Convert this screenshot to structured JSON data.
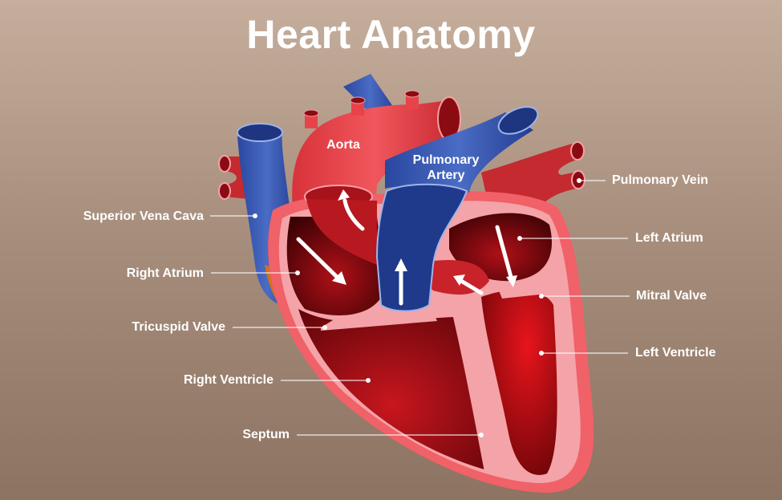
{
  "title": "Heart Anatomy",
  "inner_labels": {
    "aorta": "Aorta",
    "pulmonary_artery_line1": "Pulmonary",
    "pulmonary_artery_line2": "Artery"
  },
  "left_labels": [
    {
      "text": "Superior Vena Cava"
    },
    {
      "text": "Right Atrium"
    },
    {
      "text": "Tricuspid Valve"
    },
    {
      "text": "Right Ventricle"
    },
    {
      "text": "Septum"
    }
  ],
  "right_labels": [
    {
      "text": "Pulmonary Vein"
    },
    {
      "text": "Left Atrium"
    },
    {
      "text": "Mitral Valve"
    },
    {
      "text": "Left Ventricle"
    }
  ],
  "colors": {
    "oxygenated": "#e8434a",
    "deoxygenated": "#2f4fa8",
    "wall": "#f06168",
    "wall_inner": "#f4a3a8",
    "chamber": "#a8121a"
  }
}
